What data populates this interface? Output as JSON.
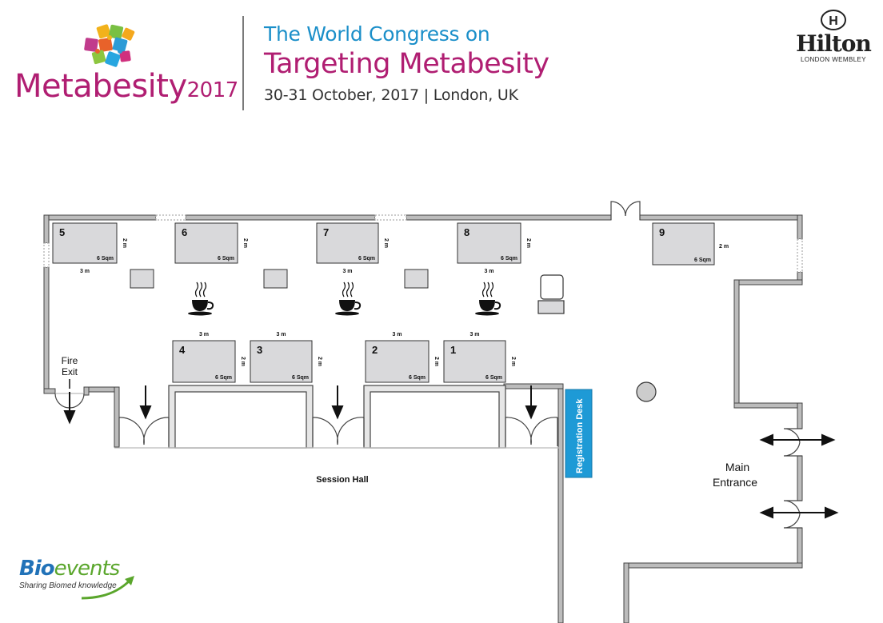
{
  "header": {
    "logo_text": "Metabesity",
    "logo_year": "2017",
    "title_line1": "The World Congress on",
    "title_line2": "Targeting Metabesity",
    "title_line3": "30-31 October, 2017 | London, UK"
  },
  "venue": {
    "name": "Hilton",
    "location": "LONDON WEMBLEY"
  },
  "organizer": {
    "name_part1": "Bio",
    "name_part2": "events",
    "tagline": "Sharing Biomed knowledge"
  },
  "floorplan": {
    "booth_area_label": "6 Sqm",
    "width_label": "3 m",
    "depth_label": "2 m",
    "booths": [
      {
        "id": "5"
      },
      {
        "id": "6"
      },
      {
        "id": "7"
      },
      {
        "id": "8"
      },
      {
        "id": "9"
      },
      {
        "id": "4"
      },
      {
        "id": "3"
      },
      {
        "id": "2"
      },
      {
        "id": "1"
      }
    ],
    "fire_exit_line1": "Fire",
    "fire_exit_line2": "Exit",
    "session_hall": "Session Hall",
    "registration_desk": "Registration Desk",
    "main_entrance_line1": "Main",
    "main_entrance_line2": "Entrance"
  },
  "colors": {
    "magenta": "#b01e72",
    "blue": "#1b8fc9",
    "booth_fill": "#d9d9db",
    "registration_fill": "#1e9ad6"
  }
}
